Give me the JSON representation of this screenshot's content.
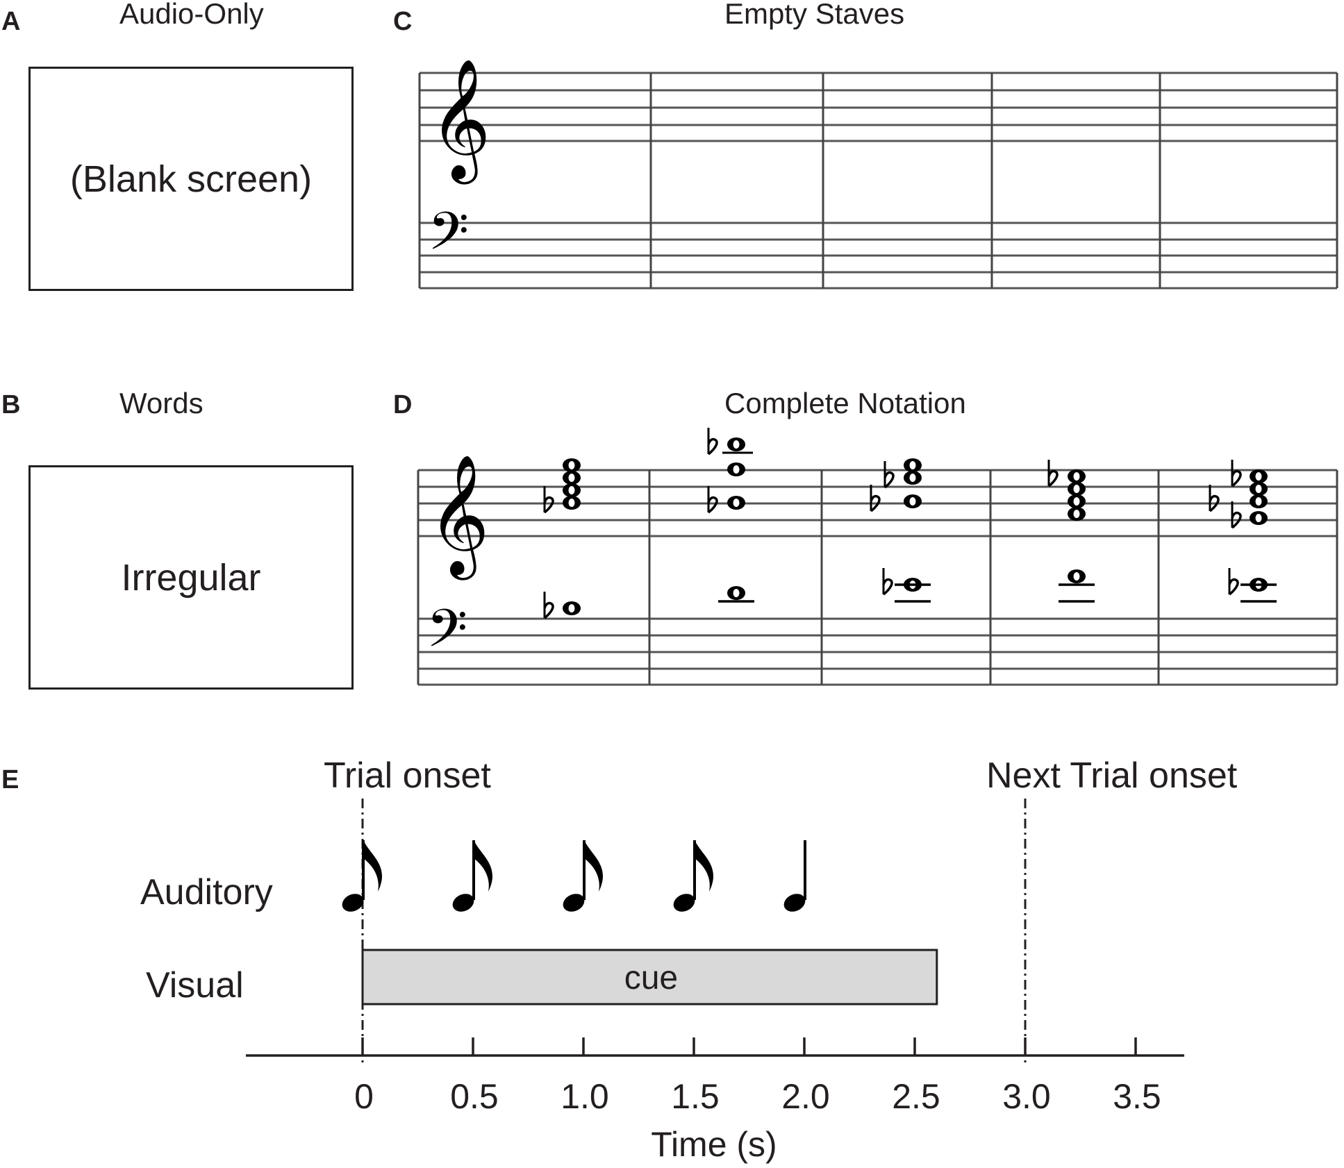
{
  "panels": {
    "a": {
      "letter": "A",
      "title": "Audio-Only",
      "screen_text": "(Blank screen)"
    },
    "b": {
      "letter": "B",
      "title": "Words",
      "screen_text": "Irregular"
    },
    "c": {
      "letter": "C",
      "title": "Empty Staves"
    },
    "d": {
      "letter": "D",
      "title": "Complete Notation"
    },
    "e": {
      "letter": "E"
    }
  },
  "timeline": {
    "onset_label": "Trial onset",
    "next_onset_label": "Next Trial onset",
    "rows": {
      "auditory": "Auditory",
      "visual": "Visual"
    },
    "cue_label": "cue",
    "cue_interval": [
      0,
      2.6
    ],
    "next_onset_time": 3.0,
    "tones": [
      {
        "time": 0.0,
        "note": "eighth"
      },
      {
        "time": 0.5,
        "note": "eighth"
      },
      {
        "time": 1.0,
        "note": "eighth"
      },
      {
        "time": 1.5,
        "note": "eighth"
      },
      {
        "time": 2.0,
        "note": "quarter"
      }
    ],
    "ticks": [
      0,
      0.5,
      1.0,
      1.5,
      2.0,
      2.5,
      3.0,
      3.5
    ],
    "tick_labels": [
      "0",
      "0.5",
      "1.0",
      "1.5",
      "2.0",
      "2.5",
      "3.0",
      "3.5"
    ],
    "xlabel": "Time (s)"
  },
  "icons": {
    "treble_clef": "treble-clef-icon",
    "bass_clef": "bass-clef-icon",
    "flat": "flat-icon",
    "whole_note": "whole-note-icon",
    "eighth_note": "eighth-note-icon",
    "quarter_note": "quarter-note-icon"
  },
  "colors": {
    "ink": "#231f20",
    "cue_fill": "#d9d9d9"
  }
}
